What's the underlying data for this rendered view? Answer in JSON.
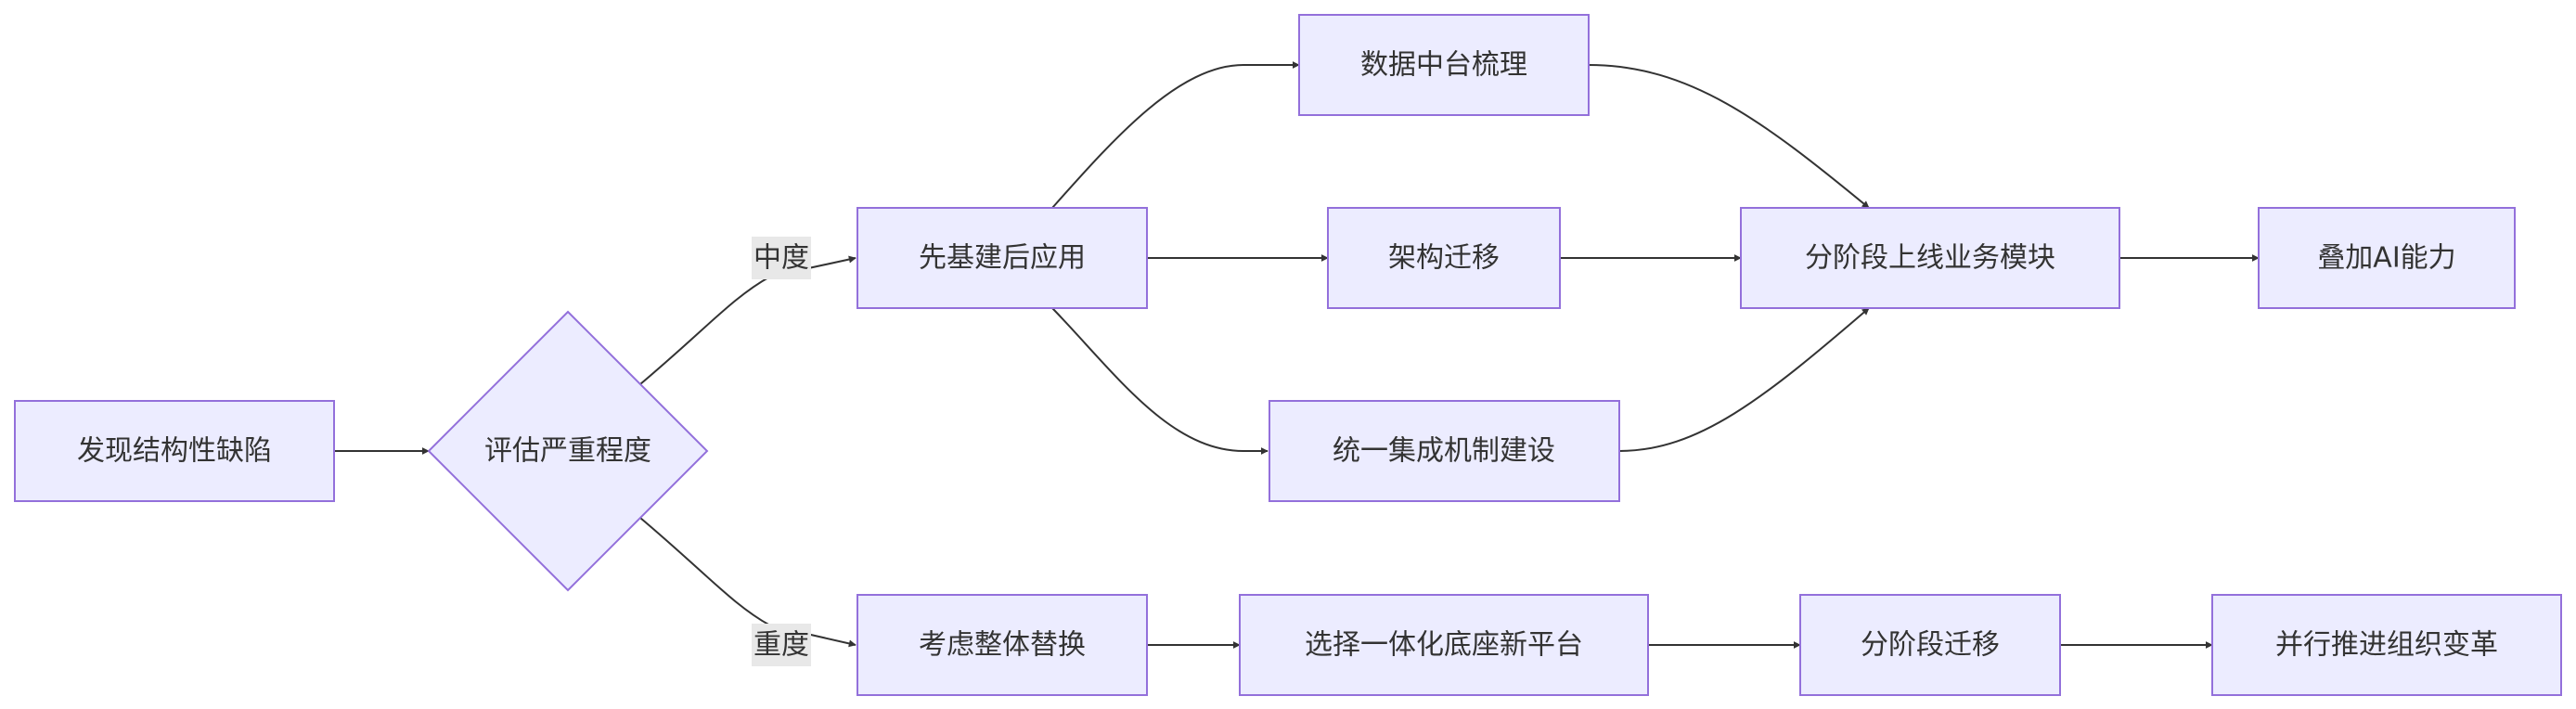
{
  "nodes": {
    "discover": "发现结构性缺陷",
    "assess": "评估严重程度",
    "infra_first": "先基建后应用",
    "data_platform": "数据中台梳理",
    "arch_migration": "架构迁移",
    "unified_integration": "统一集成机制建设",
    "phased_launch": "分阶段上线业务模块",
    "add_ai": "叠加AI能力",
    "consider_replace": "考虑整体替换",
    "choose_platform": "选择一体化底座新平台",
    "phased_migration": "分阶段迁移",
    "parallel_change": "并行推进组织变革"
  },
  "edge_labels": {
    "moderate": "中度",
    "severe": "重度"
  },
  "colors": {
    "node_fill": "#ECECFF",
    "node_stroke": "#9370DB",
    "edge": "#333333",
    "label_bg": "#E8E8E8"
  }
}
